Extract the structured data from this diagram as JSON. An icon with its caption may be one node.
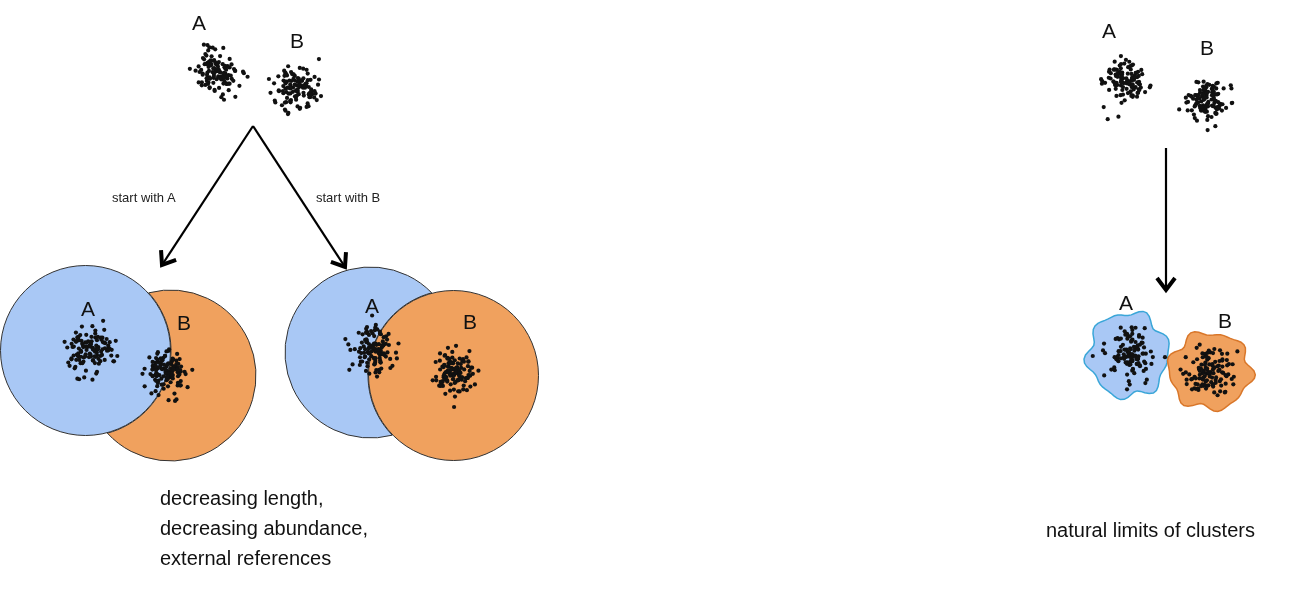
{
  "diagram": {
    "nodes": [
      {
        "text": [
          "A"
        ]
      },
      {
        "text": [
          "B"
        ]
      },
      {
        "text": [
          "A"
        ]
      },
      {
        "text": [
          "B"
        ]
      },
      {
        "text": [
          "A"
        ]
      },
      {
        "text": [
          "B"
        ]
      },
      {
        "text": [
          "A"
        ]
      },
      {
        "text": [
          "B"
        ]
      },
      {
        "text": [
          "A"
        ]
      },
      {
        "text": [
          "B"
        ]
      }
    ],
    "edges": [
      {
        "from": null,
        "to": 2,
        "arrow": "to",
        "label": "start with A"
      },
      {
        "from": null,
        "to": 4,
        "arrow": "to",
        "label": "start with B"
      },
      {
        "from": null,
        "to": 8,
        "arrow": "to"
      }
    ],
    "labels": [
      "decreasing length, decreasing abundance, external references",
      "natural limits of clusters"
    ]
  }
}
